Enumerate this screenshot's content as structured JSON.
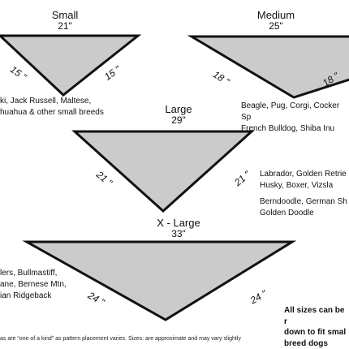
{
  "sizes": {
    "small": {
      "name": "Small",
      "width": "21\"",
      "left_side": "15 \"",
      "right_side": "15 \"",
      "breeds": [
        "ki, Jack Russell, Maltese,",
        "huahua & other small breeds"
      ]
    },
    "medium": {
      "name": "Medium",
      "width": "25\"",
      "left_side": "18 \"",
      "right_side": "18 \"",
      "breeds": [
        "Beagle, Pug, Corgi, Cocker Sp",
        "French Bulldog, Shiba Inu"
      ]
    },
    "large": {
      "name": "Large",
      "width": "29\"",
      "left_side": "21 \"",
      "right_side": "21 \"",
      "breeds": [
        "Labrador, Golden Retrie",
        "Husky, Boxer, Vizsla",
        "Berndoodle, German Sh",
        "Golden Doodle"
      ]
    },
    "xlarge": {
      "name": "X - Large",
      "width": "33\"",
      "left_side": "24 \"",
      "right_side": "24 \"",
      "breeds": [
        "lers, Bullmastiff,",
        "ane, Bernese Mtn,",
        "ian Ridgeback"
      ]
    }
  },
  "note": [
    "All sizes can be r",
    "down to fit smal",
    "breed dogs"
  ],
  "footer": "as are “one of a kind” as pattern placement varies. Sizes: are approximate and may vary slightly",
  "colors": {
    "fill": "#cbcbcb",
    "stroke": "#111111"
  }
}
